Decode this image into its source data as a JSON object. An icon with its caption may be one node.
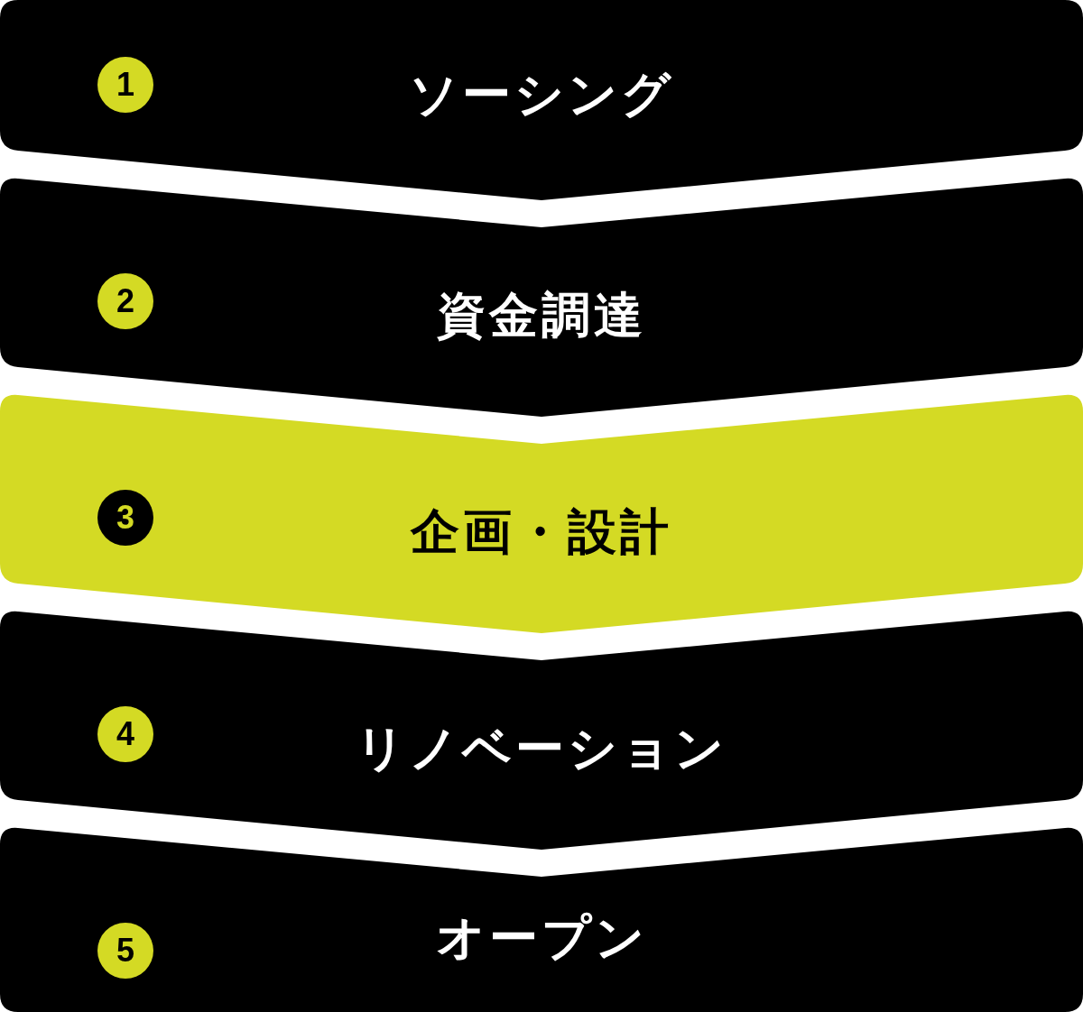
{
  "diagram": {
    "nodes": [
      {
        "text": [
          "ソーシング"
        ]
      },
      {
        "text": [
          "1"
        ],
        "in": 0
      },
      {
        "text": [
          "資金調達"
        ]
      },
      {
        "text": [
          "2"
        ],
        "in": 2
      },
      {
        "text": [
          "企画・設計"
        ]
      },
      {
        "text": [
          "3"
        ],
        "in": 4
      },
      {
        "text": [
          "リノベーション"
        ]
      },
      {
        "text": [
          "4"
        ],
        "in": 6
      },
      {
        "text": [
          "オープン"
        ]
      },
      {
        "text": [
          "5"
        ],
        "in": 8
      }
    ]
  }
}
